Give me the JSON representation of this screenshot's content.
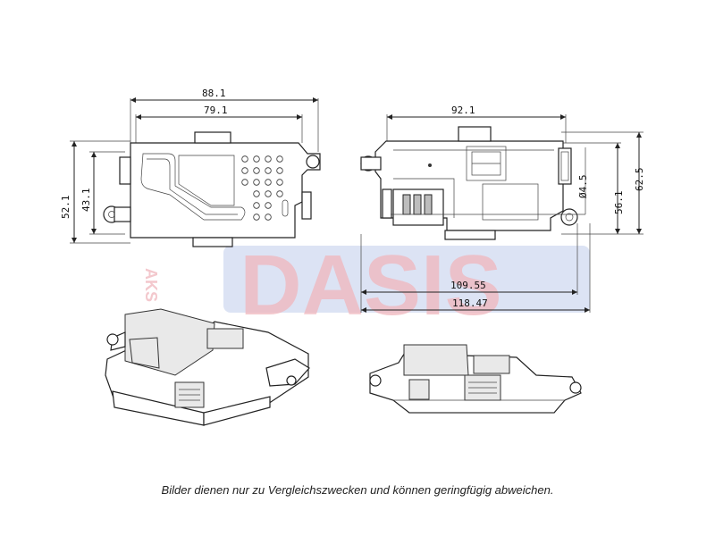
{
  "watermark": {
    "text": "DASIS",
    "side_text": "AKS"
  },
  "top_view": {
    "dim_width_outer": "88.1",
    "dim_width_inner": "79.1",
    "dim_height_outer": "52.1",
    "dim_height_inner": "43.1"
  },
  "side_view": {
    "dim_top": "92.1",
    "dim_hole": "Ø4.5",
    "dim_height_inner": "56.1",
    "dim_height_outer": "62.5",
    "dim_length_inner": "109.55",
    "dim_length_outer": "118.47"
  },
  "caption": "Bilder dienen nur zu Vergleichszwecken und können geringfügig abweichen."
}
